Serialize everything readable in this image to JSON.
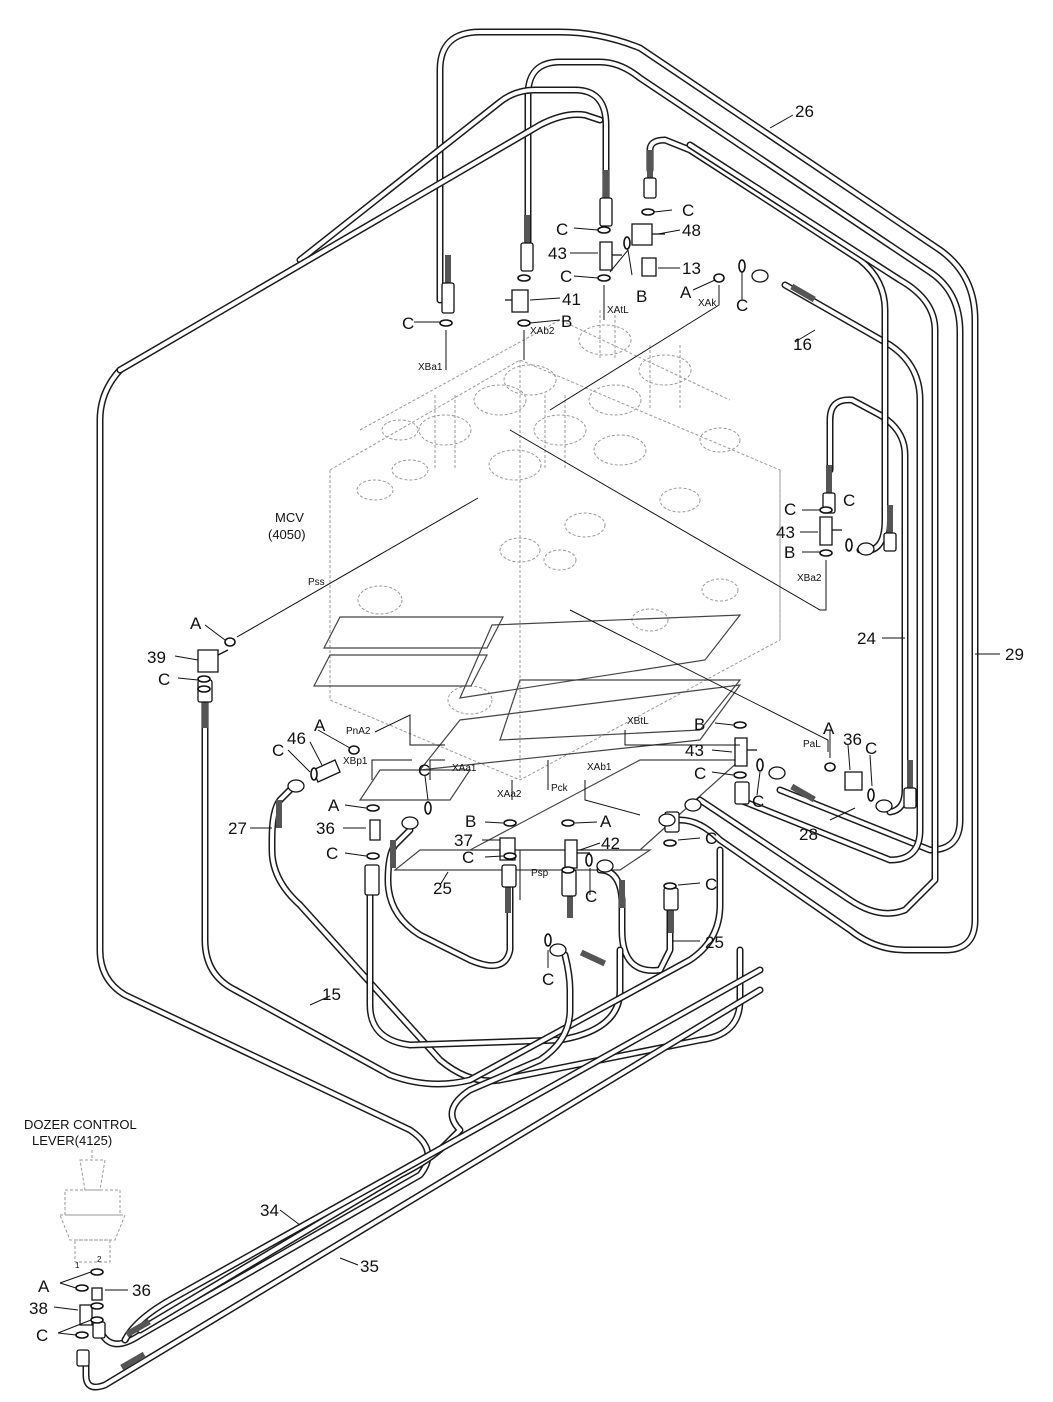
{
  "components": {
    "mcv_name": "MCV",
    "mcv_code": "(4050)",
    "dozer_name": "DOZER CONTROL",
    "dozer_code": "LEVER(4125)"
  },
  "port_labels": {
    "xba1": "XBa1",
    "xab2": "XAb2",
    "xatl": "XAtL",
    "xak": "XAk",
    "xba2": "XBa2",
    "pss": "Pss",
    "pna2": "PnA2",
    "xaa1": "XAa1",
    "xbp1": "XBp1",
    "xaa2": "XAa2",
    "pck": "Pck",
    "xab1": "XAb1",
    "xbtl": "XBtL",
    "pal": "PaL",
    "psp": "Psp",
    "lever_port_1": "1",
    "lever_port_2": "2"
  },
  "parts": {
    "p13": "13",
    "p15": "15",
    "p16": "16",
    "p24": "24",
    "p25a": "25",
    "p25b": "25",
    "p26": "26",
    "p27": "27",
    "p28": "28",
    "p29": "29",
    "p34": "34",
    "p35": "35",
    "p36a": "36",
    "p36b": "36",
    "p36c": "36",
    "p37": "37",
    "p38": "38",
    "p39": "39",
    "p41": "41",
    "p42": "42",
    "p43a": "43",
    "p43b": "43",
    "p43c": "43",
    "p46": "46",
    "p48": "48"
  },
  "seals": {
    "a": "A",
    "b": "B",
    "c": "C"
  }
}
